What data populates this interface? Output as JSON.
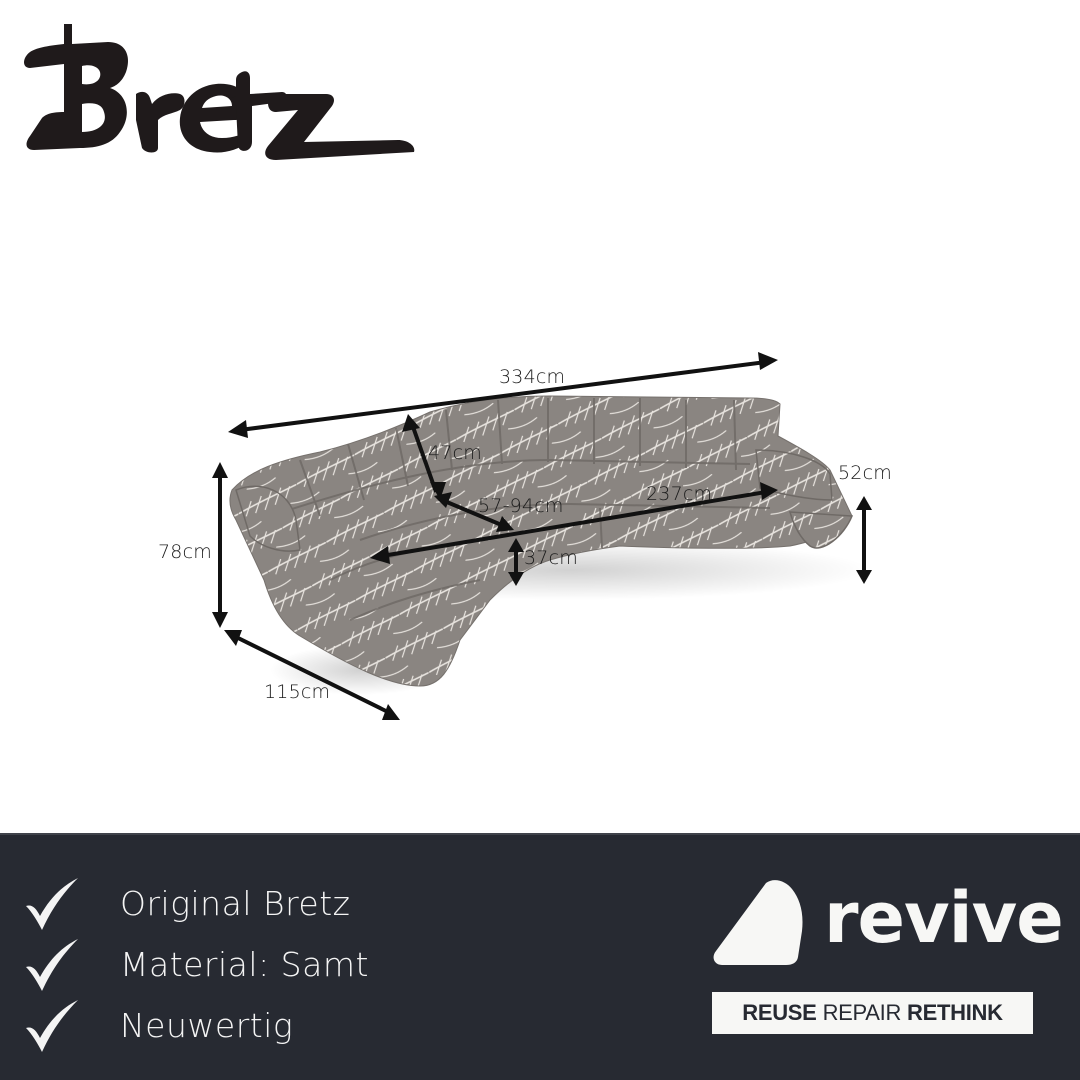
{
  "brand": {
    "name": "Bretz",
    "logo_color": "#1f1a1b"
  },
  "product": {
    "image_alt": "Bretz Cloud sectional sofa, grey fabric with white leaf line pattern",
    "fabric_color": "#8a8581",
    "pattern_color": "#e8e4df",
    "dimensions": {
      "total_width": "334cm",
      "backrest_height": "47cm",
      "seat_depth": "57-94cm",
      "inner_width": "237cm",
      "seat_height": "37cm",
      "armrest_height": "52cm",
      "total_height": "78cm",
      "depth": "115cm"
    }
  },
  "footer": {
    "background": "#272a32",
    "features": [
      {
        "icon": "checkmark-icon",
        "label": "Original Bretz"
      },
      {
        "icon": "checkmark-icon",
        "label": "Material: Samt"
      },
      {
        "icon": "checkmark-icon",
        "label": "Neuwertig"
      }
    ],
    "revive": {
      "wordmark": "revive",
      "tagline": {
        "part1": "REUSE",
        "part2": "REPAIR",
        "part3": "RETHINK"
      }
    }
  }
}
